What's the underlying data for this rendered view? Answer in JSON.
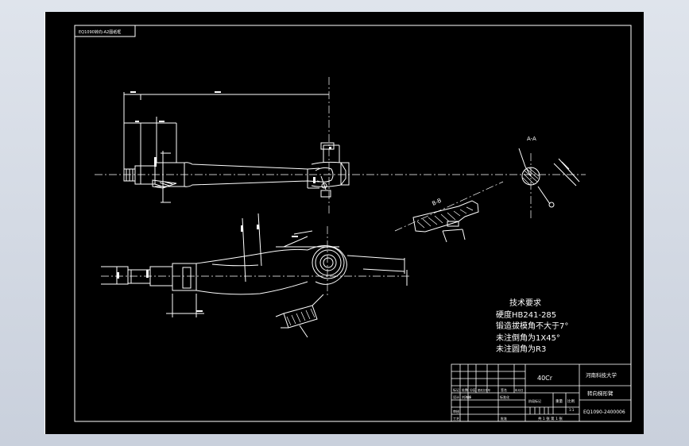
{
  "sheet": {
    "drawing_code_stamp": "EQ1090转向-A2图纸框"
  },
  "views": {
    "section_aa_label": "A-A",
    "section_bb_label": "B-B"
  },
  "technical_requirements": {
    "heading": "技术要求",
    "items": [
      "硬度HB241-285",
      "锻造拔模角不大于7°",
      "未注倒角为1X45°",
      "未注圆角为R3"
    ]
  },
  "title_block": {
    "material": "40Cr",
    "school": "河南科技大学",
    "part_name": "转向梯形臂",
    "drawing_number": "EQ1090-2400006",
    "sheet_info": "共 1 张  第 1 张",
    "stage_label": "阶段标记",
    "weight_label": "重量",
    "scale_label": "比例",
    "scale_value": "1:1",
    "row_labels": [
      "标记",
      "设计",
      "审核",
      "工艺"
    ],
    "header_cells": [
      "标记",
      "处数",
      "分区",
      "更改文件号",
      "签名",
      "年月日"
    ],
    "designer": "刘海峰",
    "standard_label": "标准化",
    "approve_label": "批准"
  },
  "colors": {
    "background": "#000000",
    "line": "#ffffff",
    "frame_outer": "#cfd5df"
  }
}
